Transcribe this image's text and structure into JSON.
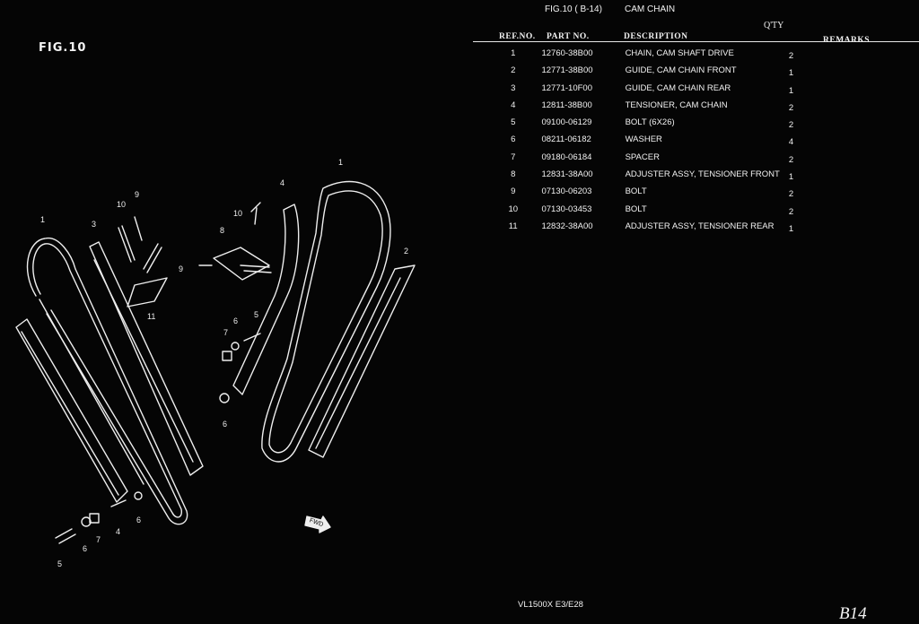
{
  "figure": {
    "label": "FIG.10"
  },
  "header": {
    "fig_ref": "FIG.10 ( B-14)",
    "section_title": "CAM CHAIN",
    "qty_label": "Q'TY",
    "columns": {
      "ref_no": "REF.NO.",
      "part_no": "PART NO.",
      "description": "DESCRIPTION",
      "remarks": "REMARKS"
    }
  },
  "parts": [
    {
      "ref": "1",
      "part_no": "12760-38B00",
      "description": "CHAIN, CAM SHAFT DRIVE",
      "qty": "2"
    },
    {
      "ref": "2",
      "part_no": "12771-38B00",
      "description": "GUIDE, CAM CHAIN FRONT",
      "qty": "1"
    },
    {
      "ref": "3",
      "part_no": "12771-10F00",
      "description": "GUIDE, CAM CHAIN REAR",
      "qty": "1"
    },
    {
      "ref": "4",
      "part_no": "12811-38B00",
      "description": "TENSIONER, CAM CHAIN",
      "qty": "2"
    },
    {
      "ref": "5",
      "part_no": "09100-06129",
      "description": "BOLT (6X26)",
      "qty": "2"
    },
    {
      "ref": "6",
      "part_no": "08211-06182",
      "description": "WASHER",
      "qty": "4"
    },
    {
      "ref": "7",
      "part_no": "09180-06184",
      "description": "SPACER",
      "qty": "2"
    },
    {
      "ref": "8",
      "part_no": "12831-38A00",
      "description": "ADJUSTER ASSY, TENSIONER FRONT",
      "qty": "1"
    },
    {
      "ref": "9",
      "part_no": "07130-06203",
      "description": "BOLT",
      "qty": "2"
    },
    {
      "ref": "10",
      "part_no": "07130-03453",
      "description": "BOLT",
      "qty": "2"
    },
    {
      "ref": "11",
      "part_no": "12832-38A00",
      "description": "ADJUSTER ASSY, TENSIONER REAR",
      "qty": "1"
    }
  ],
  "diagram": {
    "callouts": [
      "1",
      "3",
      "10",
      "9",
      "11",
      "5",
      "6",
      "7",
      "4",
      "6",
      "10",
      "8",
      "9",
      "4",
      "7",
      "6",
      "5",
      "6",
      "1",
      "2"
    ],
    "fwd_label": "FWD"
  },
  "footer": {
    "model": "VL1500X  E3/E28",
    "page_no": "B14"
  }
}
